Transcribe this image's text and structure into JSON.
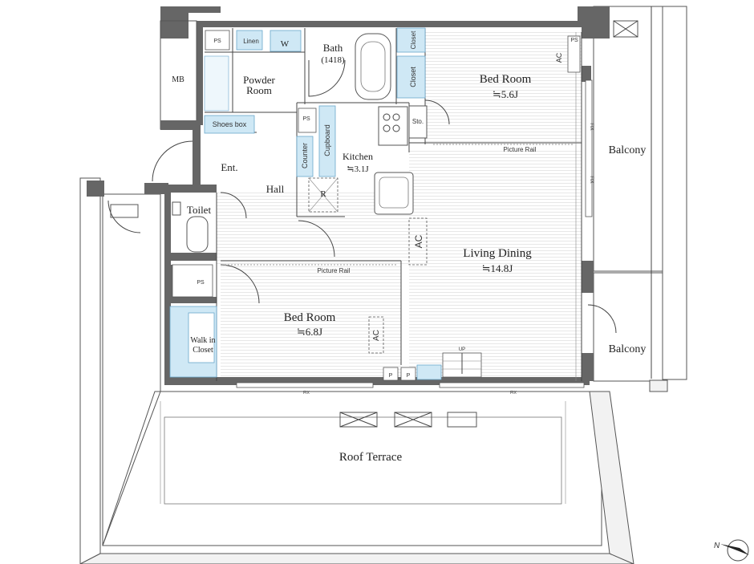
{
  "rooms": {
    "mb": "MB",
    "ps_top": "PS",
    "linen": "Linen",
    "w": "W",
    "bath": "Bath",
    "bath_size": "(1418)",
    "closet_a": "Closet",
    "closet_b": "Closet",
    "ps_right": "PS",
    "ac_bed1": "AC",
    "bedroom1": "Bed Room",
    "bedroom1_size": "≒5.6J",
    "powder": "Powder",
    "powder2": "Room",
    "ps_mid": "PS",
    "counter": "Counter",
    "cupboard": "Cupboard",
    "kitchen": "Kitchen",
    "kitchen_size": "≒3.1J",
    "sto": "Sto.",
    "picture_rail_top": "Picture Rail",
    "shoes_box": "Shoes box",
    "ent": "Ent.",
    "hall": "Hall",
    "r": "R",
    "toilet": "Toilet",
    "ps_left": "PS",
    "fix_a": "FIX",
    "fix_b": "FIX",
    "balcony_top": "Balcony",
    "balcony_bottom": "Balcony",
    "ac_living": "AC",
    "living": "Living Dining",
    "living_size": "≒14.8J",
    "picture_rail_mid": "Picture Rail",
    "bedroom2": "Bed Room",
    "bedroom2_size": "≒6.8J",
    "ac_bed2": "AC",
    "walkin1": "Walk in",
    "walkin2": "Closet",
    "p1": "P",
    "p2": "P",
    "up": "UP",
    "fix_c": "FIX",
    "fix_d": "FIX",
    "roof_terrace": "Roof Terrace"
  }
}
